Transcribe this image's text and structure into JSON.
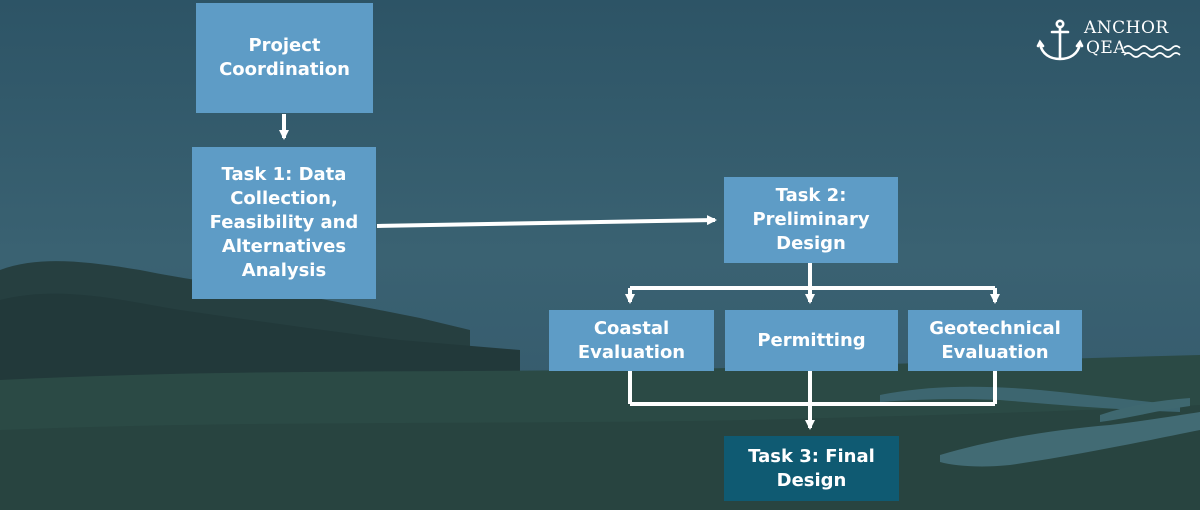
{
  "logo": {
    "line1": "ANCHOR",
    "line2": "QEA"
  },
  "nodes": {
    "project_coordination": {
      "lines": [
        "Project",
        "Coordination"
      ]
    },
    "task1": {
      "lines": [
        "Task 1: Data",
        "Collection,",
        "Feasibility and",
        "Alternatives",
        "Analysis"
      ]
    },
    "task2": {
      "lines": [
        "Task 2:",
        "Preliminary",
        "Design"
      ]
    },
    "coastal": {
      "lines": [
        "Coastal",
        "Evaluation"
      ]
    },
    "permitting": {
      "lines": [
        "Permitting"
      ]
    },
    "geotechnical": {
      "lines": [
        "Geotechnical",
        "Evaluation"
      ]
    },
    "task3": {
      "lines": [
        "Task 3: Final",
        "Design"
      ]
    }
  },
  "colors": {
    "box_light": "#5e9cc6",
    "box_dark": "#0f5a72",
    "connector": "#ffffff",
    "overlay": "#2f5a6b"
  }
}
